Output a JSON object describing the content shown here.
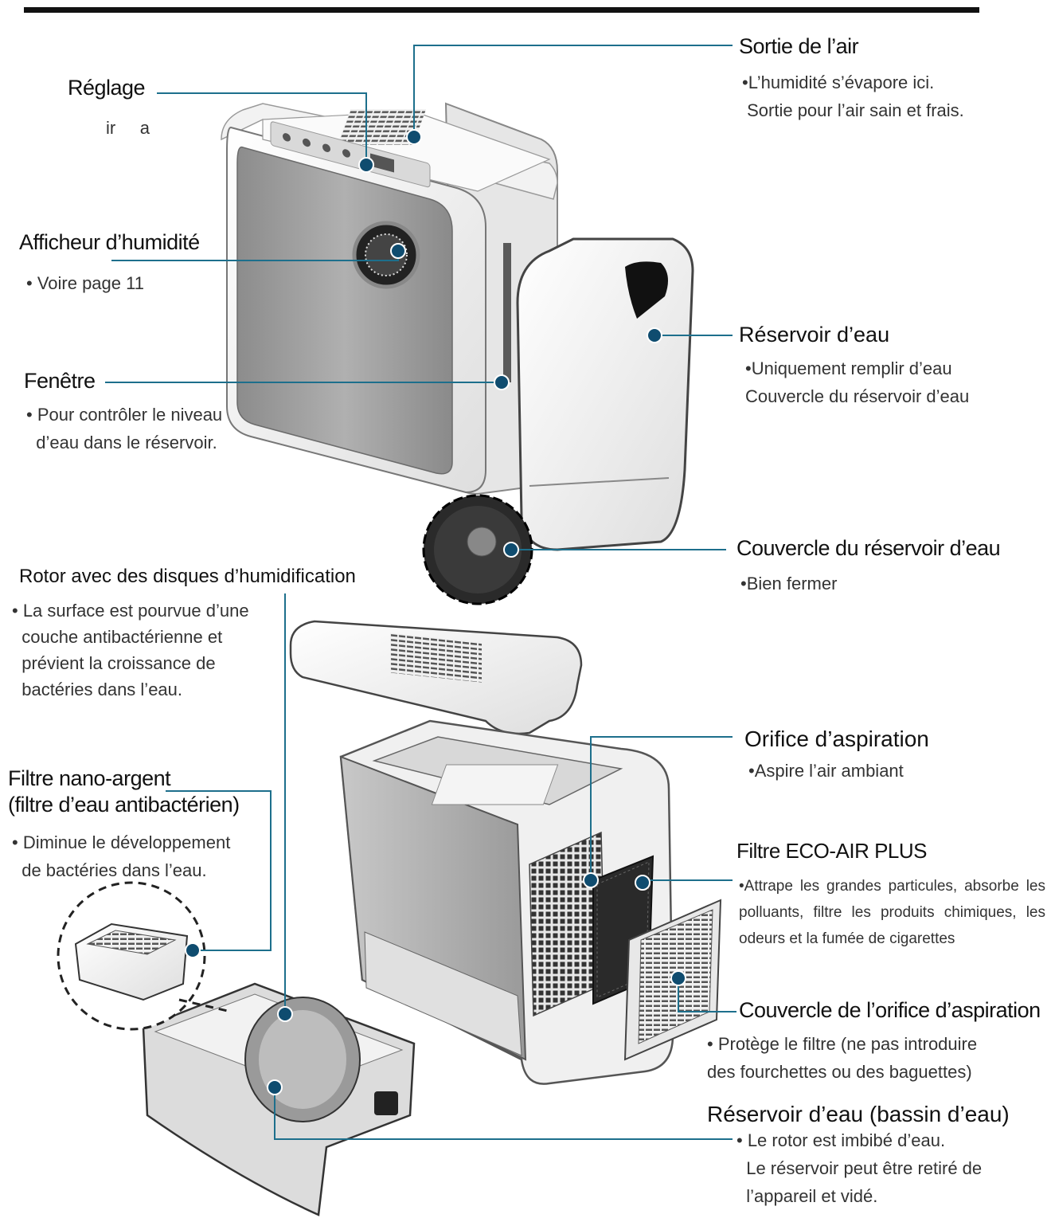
{
  "labels": {
    "sortie": {
      "title": "Sortie de l’air",
      "desc": "•L’humidité s’évapore ici.\n Sortie pour l’air sain et frais."
    },
    "reglage": {
      "title": "Réglage",
      "desc": "ir     a"
    },
    "afficheur": {
      "title": "Afficheur d’humidité",
      "desc": "• Voire page 11"
    },
    "reservoir": {
      "title": "Réservoir d’eau",
      "desc": "•Uniquement remplir d’eau\nCouvercle du réservoir d’eau"
    },
    "fenetre": {
      "title": "Fenêtre",
      "desc": "• Pour contrôler le niveau\n  d’eau dans le réservoir."
    },
    "couvercle": {
      "title": "Couvercle du réservoir d’eau",
      "desc": "•Bien fermer"
    },
    "rotor": {
      "title": "Rotor avec des disques d’humidification",
      "desc": "• La surface est pourvue d’une\n  couche antibactérienne et\n  prévient la croissance de\n  bactéries dans l’eau."
    },
    "orifice": {
      "title": "Orifice d’aspiration",
      "desc": "•Aspire l’air ambiant"
    },
    "nano": {
      "title": "Filtre nano-argent\n(filtre d’eau antibactérien)",
      "desc": "• Diminue le développement\n  de bactéries dans l’eau."
    },
    "eco": {
      "title": "Filtre ECO-AIR PLUS",
      "desc": "•Attrape les grandes particules, absorbe les polluants, filtre les produits chimiques, les odeurs et la fumée de cigarettes"
    },
    "couvercle_orifice": {
      "title": "Couvercle de l’orifice d’aspiration",
      "desc": "• Protège le filtre (ne pas introduire\ndes fourchettes ou des baguettes)"
    },
    "bassin": {
      "title": "Réservoir d’eau (bassin d’eau)",
      "desc": "• Le rotor est imbibé d’eau.\n  Le réservoir peut être retiré de\n  l’appareil et vidé."
    }
  },
  "colors": {
    "leader": "#1d6f8c",
    "dot": "#0f4c6f"
  }
}
